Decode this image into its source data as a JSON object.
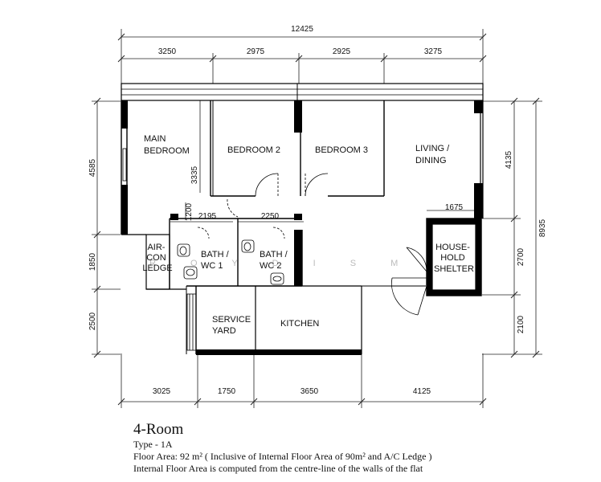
{
  "dimensions": {
    "total_width": "12425",
    "top": [
      "3250",
      "2975",
      "2925",
      "3275"
    ],
    "bottom": [
      "3025",
      "1750",
      "3650",
      "4125"
    ],
    "left": [
      "4585",
      "1850",
      "2500"
    ],
    "right_total": "8935",
    "right": [
      "4135",
      "2700",
      "2100"
    ],
    "internal": {
      "bedroom2_depth": "3335",
      "corridor": "1200",
      "bath1_width": "2195",
      "bath2_width": "2250",
      "shelter_width": "1675"
    }
  },
  "rooms": {
    "main_bedroom": [
      "MAIN",
      "BEDROOM"
    ],
    "bedroom2": "BEDROOM 2",
    "bedroom3": "BEDROOM 3",
    "living": [
      "LIVING /",
      "DINING"
    ],
    "aircon": [
      "AIR-",
      "CON",
      "LEDGE"
    ],
    "bath1": [
      "BATH /",
      "WC 1"
    ],
    "bath2": [
      "BATH /",
      "WC 2"
    ],
    "shelter": [
      "HOUSE-",
      "HOLD",
      "SHELTER"
    ],
    "service_yard": [
      "SERVICE",
      "YARD"
    ],
    "kitchen": "KITCHEN"
  },
  "watermark": "R O Y D I S M",
  "caption": {
    "title": "4-Room",
    "type": "Type - 1A",
    "floor_area": "Floor Area: 92 m² ( Inclusive of Internal Floor Area of  90m² and A/C Ledge )",
    "note": "Internal Floor Area is computed from the centre-line of the walls of the flat"
  }
}
